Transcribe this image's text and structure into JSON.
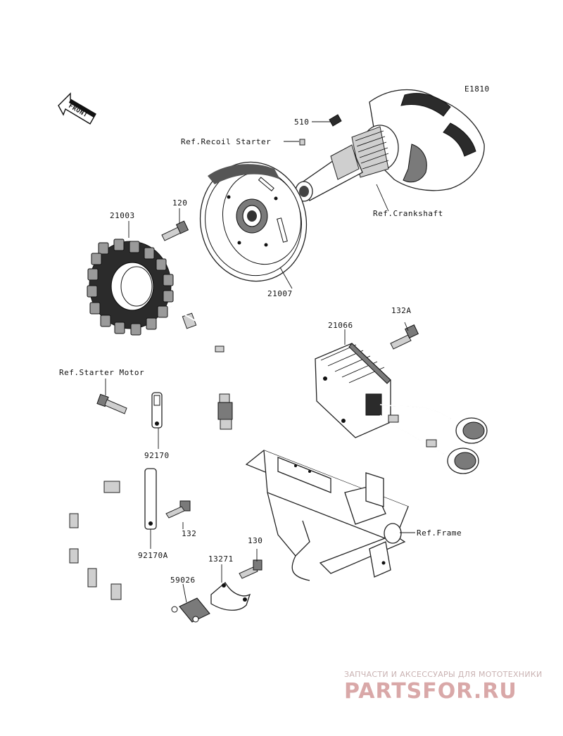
{
  "diagram_code": "E1810",
  "front_label": "FRONT",
  "refs": {
    "recoil_starter": "Ref.Recoil Starter",
    "crankshaft": "Ref.Crankshaft",
    "starter_motor": "Ref.Starter Motor",
    "frame": "Ref.Frame"
  },
  "parts": {
    "p510": "510",
    "p120": "120",
    "p21003": "21003",
    "p21007": "21007",
    "p132a": "132A",
    "p21066": "21066",
    "p92170": "92170",
    "p92170a": "92170A",
    "p132": "132",
    "p130": "130",
    "p13271": "13271",
    "p59026": "59026"
  },
  "watermark": {
    "tagline": "ЗАПЧАСТИ И АКСЕССУАРЫ ДЛЯ МОТОТЕХНИКИ",
    "logo": "PARTSFOR.RU"
  }
}
